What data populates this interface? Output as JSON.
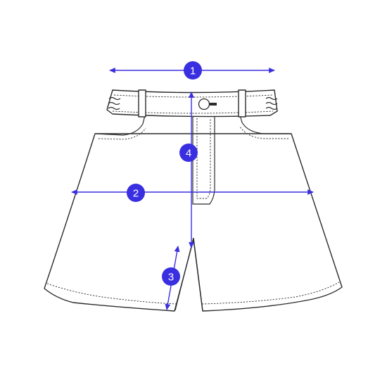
{
  "colors": {
    "accent": "#3a2fe0",
    "outline": "#2b2b2b",
    "background": "#ffffff"
  },
  "garment": "shorts",
  "measurements": [
    {
      "number": "1"
    },
    {
      "number": "2"
    },
    {
      "number": "3"
    },
    {
      "number": "4"
    }
  ]
}
